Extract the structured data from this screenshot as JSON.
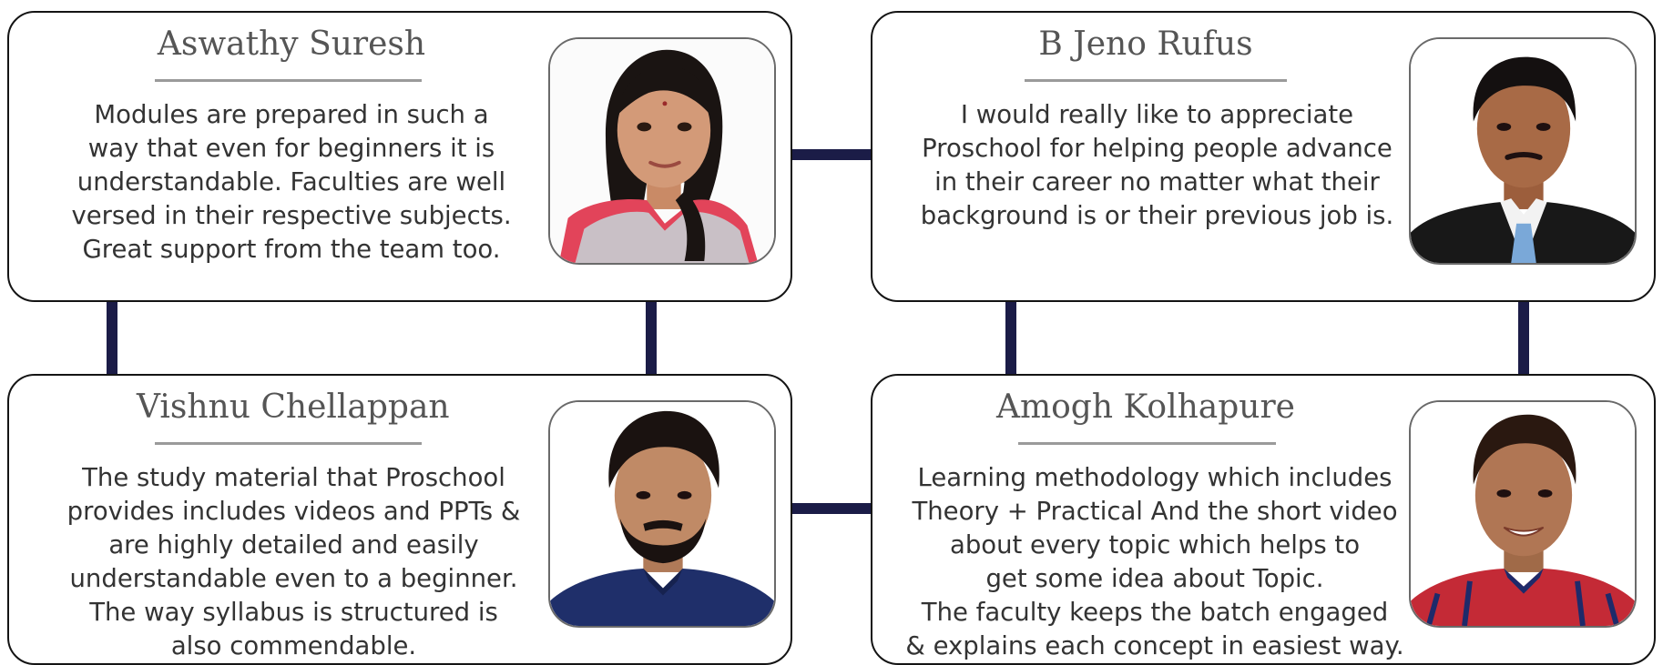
{
  "testimonials": [
    {
      "name": "Aswathy Suresh",
      "quote": [
        "Modules are prepared in such a",
        "way that even for beginners it is",
        "understandable. Faculties are well",
        "versed in their respective subjects.",
        "Great support from the team too."
      ],
      "photo_icon": "portrait-woman-long-dark-hair-red-top"
    },
    {
      "name": "B Jeno Rufus",
      "quote": [
        "I would really like to appreciate",
        "Proschool for helping people advance",
        "in their career no matter what their",
        "background is or their previous job is."
      ],
      "photo_icon": "portrait-man-dark-suit-blue-tie"
    },
    {
      "name": "Vishnu Chellappan",
      "quote": [
        "The study material that Proschool",
        "provides includes videos and PPTs &",
        "are highly detailed and easily",
        "understandable even to a beginner.",
        "The way syllabus is structured is",
        "also commendable."
      ],
      "photo_icon": "portrait-man-beard-navy-shirt"
    },
    {
      "name": "Amogh Kolhapure",
      "quote": [
        "Learning methodology which includes",
        "Theory + Practical And the short video",
        "about every topic which helps to",
        "get some idea about Topic.",
        "The faculty keeps the batch engaged",
        "& explains each concept in easiest way."
      ],
      "photo_icon": "portrait-man-smiling-red-checked-shirt"
    }
  ],
  "colors": {
    "connector": "#1b1c47",
    "card_border": "#141414",
    "name_text": "#555555",
    "quote_text": "#333333"
  }
}
